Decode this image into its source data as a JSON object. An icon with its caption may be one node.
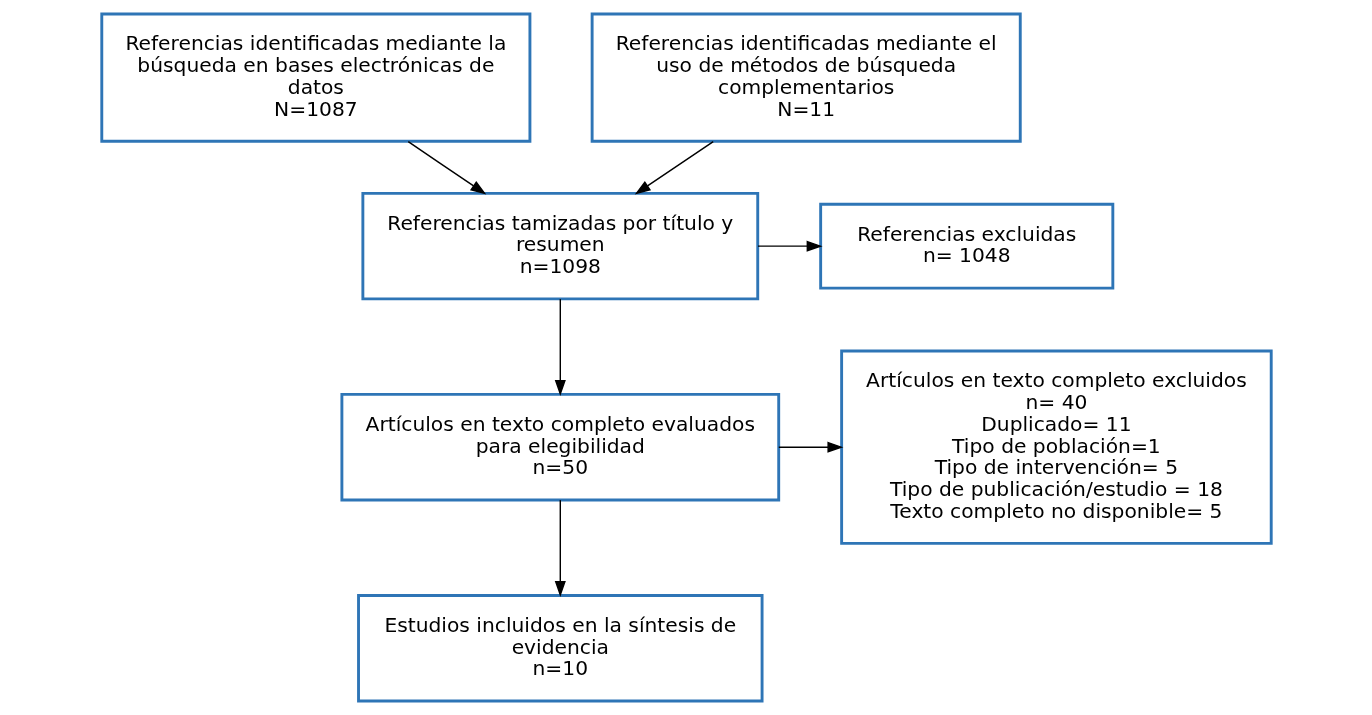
{
  "diagram": {
    "nodes": [
      {
        "text": [
          "Referencias identificadas mediante la búsqueda en bases electrónicas de datos",
          "N=1087"
        ]
      },
      {
        "text": [
          "Referencias identificadas mediante el uso de métodos de búsqueda complementarios",
          "N=11"
        ]
      },
      {
        "text": [
          "Referencias tamizadas por título y resumen",
          "n=1098"
        ]
      },
      {
        "text": [
          "Referencias excluidas",
          "n= 1048"
        ]
      },
      {
        "text": [
          "Artículos en texto completo evaluados para elegibilidad",
          "n=50"
        ]
      },
      {
        "text": [
          "Artículos en texto completo excluidos",
          "n= 40",
          "Duplicado= 11",
          "Tipo de población=1",
          "Tipo de intervención= 5",
          "Tipo de publicación/estudio = 18",
          "Texto completo no disponible= 5"
        ]
      },
      {
        "text": [
          "Estudios incluidos en la síntesis de evidencia",
          "n=10"
        ]
      }
    ],
    "edges": [
      {
        "from": 0,
        "to": 2,
        "arrow": "to"
      },
      {
        "from": 1,
        "to": 2,
        "arrow": "to"
      },
      {
        "from": 2,
        "to": 3,
        "arrow": "to"
      },
      {
        "from": 2,
        "to": 4,
        "arrow": "to"
      },
      {
        "from": 4,
        "to": 5,
        "arrow": "to"
      },
      {
        "from": 4,
        "to": 6,
        "arrow": "to"
      }
    ]
  }
}
